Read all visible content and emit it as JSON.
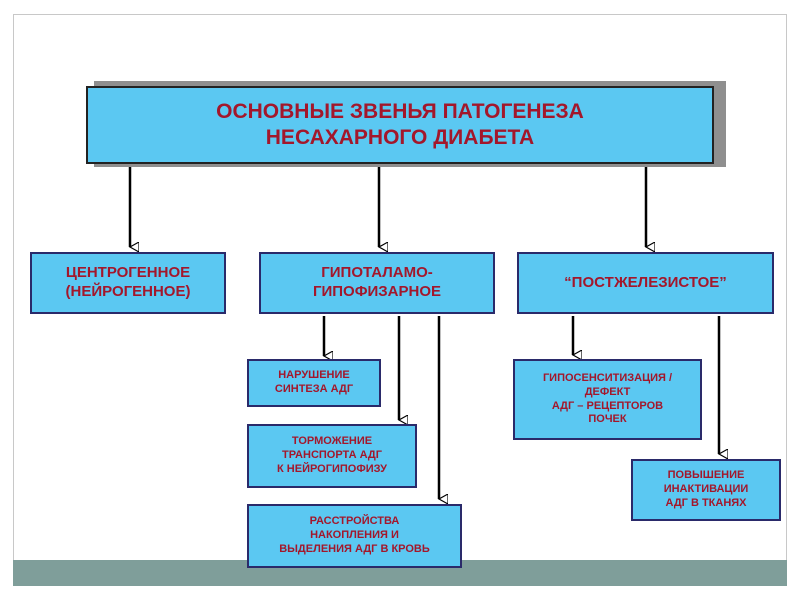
{
  "title": "ОСНОВНЫЕ  ЗВЕНЬЯ  ПАТОГЕНЕЗА\nНЕСАХАРНОГО  ДИАБЕТА",
  "categories": {
    "central": "ЦЕНТРОГЕННОЕ\n(НЕЙРОГЕННОЕ)",
    "hypothalamic": "ГИПОТАЛАМО-\nГИПОФИЗАРНОЕ",
    "post": "“ПОСТЖЕЛЕЗИСТОЕ”"
  },
  "causes": {
    "synthesis": "НАРУШЕНИЕ\nСИНТЕЗА АДГ",
    "transport": "ТОРМОЖЕНИЕ\nТРАНСПОРТА  АДГ\nК  НЕЙРОГИПОФИЗУ",
    "storage": "РАССТРОЙСТВА\nНАКОПЛЕНИЯ  И\nВЫДЕЛЕНИЯ  АДГ  В  КРОВЬ",
    "hyposensitization": "ГИПОСЕНСИТИЗАЦИЯ /\nДЕФЕКТ\nАДГ – РЕЦЕПТОРОВ\nПОЧЕК",
    "inactivation": "ПОВЫШЕНИЕ\nИНАКТИВАЦИИ\nАДГ  В ТКАНЯХ"
  },
  "colors": {
    "box_fill": "#5bc8f2",
    "text": "#a3172b",
    "border": "#2a2a6a",
    "footer": "#7f9e9a"
  }
}
